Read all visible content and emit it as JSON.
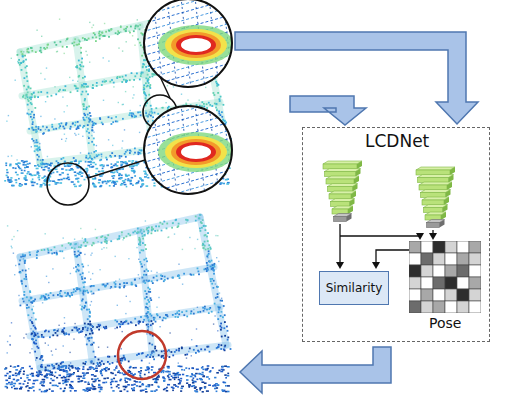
{
  "diagram": {
    "nodes": [
      {
        "text": [
          "LCDNet"
        ]
      },
      {
        "text": [
          "Similarity"
        ],
        "in": 0
      },
      {
        "text": [
          "Pose"
        ],
        "in": 0
      }
    ]
  }
}
